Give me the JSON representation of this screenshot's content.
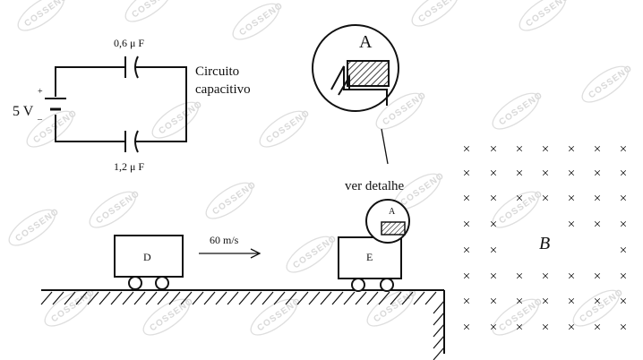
{
  "watermark": {
    "text": "COSSENO",
    "color": "#d9d9d9"
  },
  "circuit": {
    "battery_voltage": "5 V",
    "plus_sign": "+",
    "minus_sign": "–",
    "cap_top_label": "0,6 μ F",
    "cap_bottom_label": "1,2 μ F",
    "title_line1": "Circuito",
    "title_line2": "capacitivo"
  },
  "detail": {
    "magnifier_label": "A",
    "small_label": "A",
    "caption": "ver detalhe"
  },
  "carts": {
    "cart_d_label": "D",
    "cart_e_label": "E",
    "speed_label": "60 m/s"
  },
  "magnetic_field": {
    "symbol": "B",
    "cross_glyph": "×"
  }
}
